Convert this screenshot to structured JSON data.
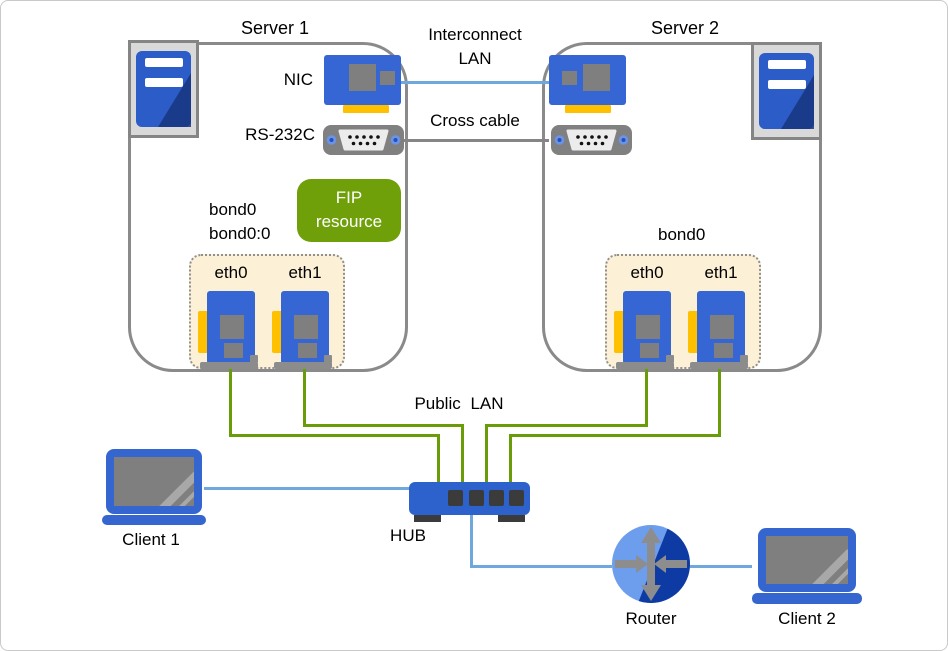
{
  "diagram": {
    "server1": {
      "title": "Server 1",
      "nic_label": "NIC",
      "rs232c_label": "RS-232C",
      "fip": {
        "line1": "FIP",
        "line2": "resource"
      },
      "bond_label_1": "bond0",
      "bond_label_2": "bond0:0",
      "eth": [
        "eth0",
        "eth1"
      ]
    },
    "server2": {
      "title": "Server 2",
      "bond_label_1": "bond0",
      "eth": [
        "eth0",
        "eth1"
      ]
    },
    "links": {
      "interconnect_line1": "Interconnect",
      "interconnect_line2": "LAN",
      "cross_cable": "Cross cable",
      "public_lan": "Public LAN"
    },
    "devices": {
      "hub": "HUB",
      "client1": "Client 1",
      "client2": "Client 2",
      "router": "Router"
    }
  },
  "colors": {
    "server_border": "#8a8a8a",
    "lan_line_blue": "#6fa8dc",
    "cross_cable_gray": "#858585",
    "public_lan_green": "#6a9c0a",
    "device_blue": "#3566d4",
    "tower_blue": "#2c5cc7",
    "tower_dark_blue": "#17357e",
    "nic_yellow": "#ffc000",
    "fip_green": "#6fa00a",
    "bond_box_beige": "#fcf1d6",
    "hub_blue": "#2d62cc",
    "router_light_blue": "#6d9ded",
    "router_dark_blue": "#0e3ba3",
    "icon_gray": "#7f7f7f"
  }
}
